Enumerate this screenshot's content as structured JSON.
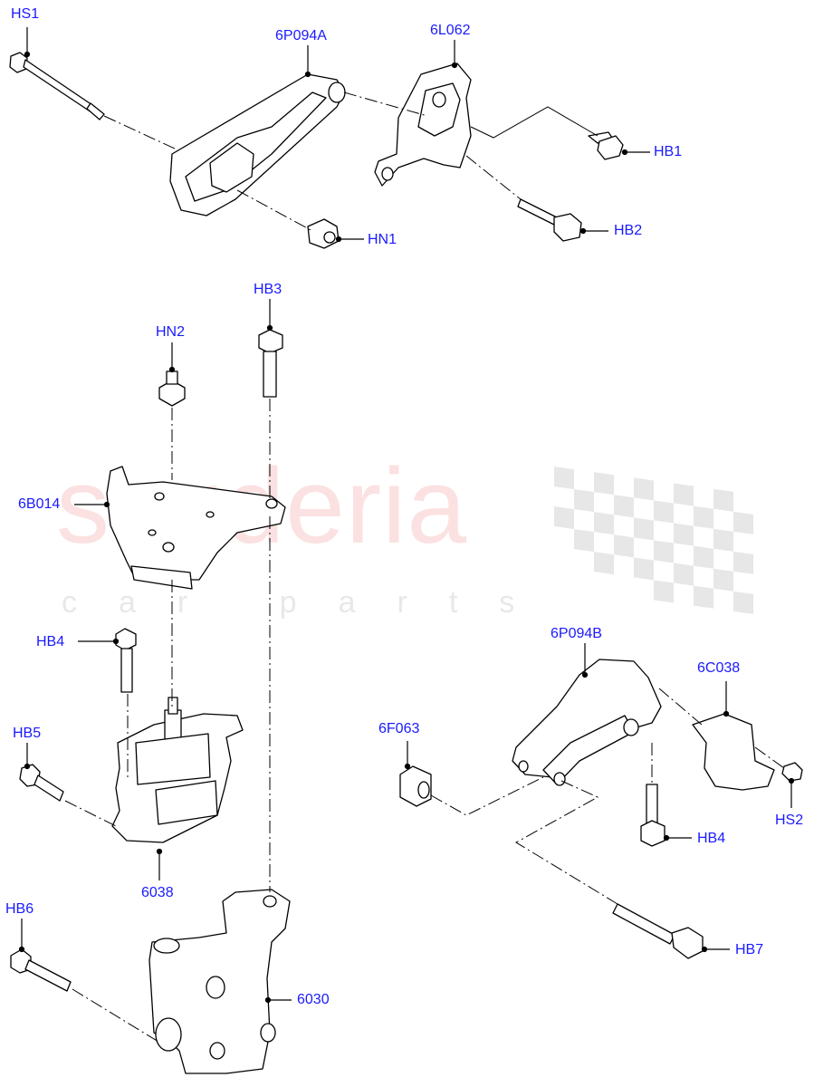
{
  "watermark": {
    "brand": "scuderia",
    "tagline": "car parts"
  },
  "callouts": {
    "HS1": "HS1",
    "P6P094A": "6P094A",
    "P6L062": "6L062",
    "HB1": "HB1",
    "HN1": "HN1",
    "HB2": "HB2",
    "HB3": "HB3",
    "HN2": "HN2",
    "P6B014": "6B014",
    "HB4a": "HB4",
    "HB5": "HB5",
    "P6038": "6038",
    "HB6": "HB6",
    "P6030": "6030",
    "P6P094B": "6P094B",
    "P6C038": "6C038",
    "P6F063": "6F063",
    "HB4b": "HB4",
    "HS2": "HS2",
    "HB7": "HB7"
  },
  "colors": {
    "label": "#1a1aff",
    "line": "#000000",
    "watermark_text": "#eb7878",
    "checker": "#d0d0d0"
  }
}
